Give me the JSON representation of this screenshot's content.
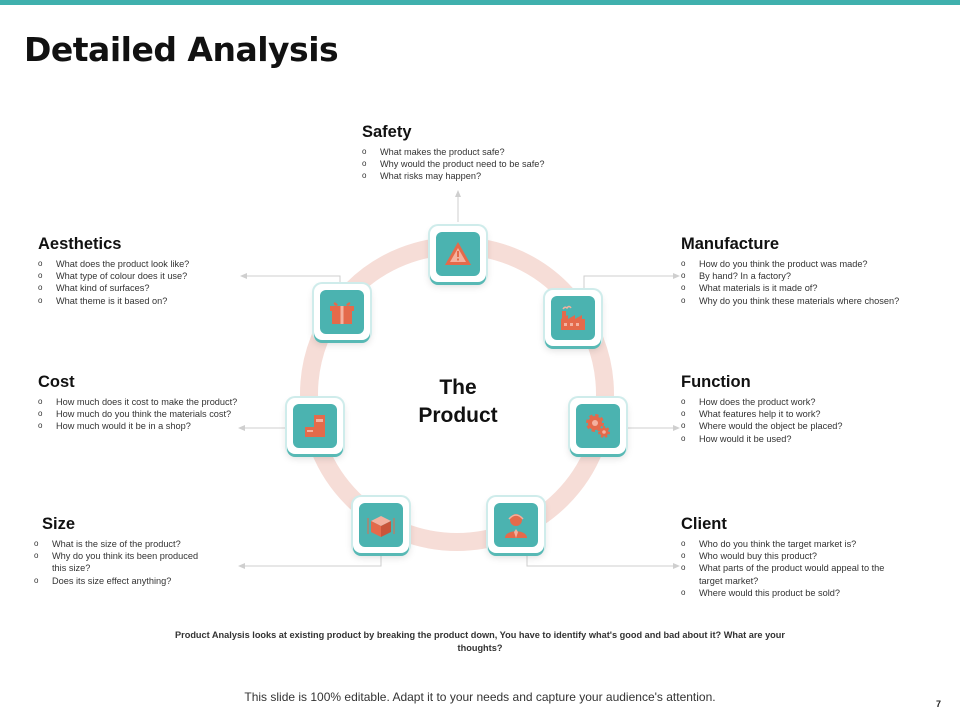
{
  "title": "Detailed Analysis",
  "center": {
    "line1": "The",
    "line2": "Product"
  },
  "sections": {
    "safety": {
      "title": "Safety",
      "items": [
        "What makes the product safe?",
        "Why would the product need to be safe?",
        "What risks may happen?"
      ]
    },
    "aesthetics": {
      "title": "Aesthetics",
      "items": [
        "What does the product look like?",
        "What type of colour does it use?",
        "What kind of surfaces?",
        "What theme is it based on?"
      ]
    },
    "manufacture": {
      "title": "Manufacture",
      "items": [
        "How do you think the product was made?",
        "By hand? In a factory?",
        "What materials is it made of?",
        "Why do you think these materials where chosen?"
      ]
    },
    "cost": {
      "title": "Cost",
      "items": [
        "How much does it cost to make the product?",
        "How much do you think the materials cost?",
        "How much would it be in a shop?"
      ]
    },
    "function": {
      "title": "Function",
      "items": [
        "How does the product work?",
        "What features help it to work?",
        "Where would the object be placed?",
        "How would it be used?"
      ]
    },
    "size": {
      "title": "Size",
      "items": [
        "What is the size of the product?",
        "Why do you think its been produced this size?",
        "Does its size effect anything?"
      ]
    },
    "client": {
      "title": "Client",
      "items": [
        "Who do you think the target market is?",
        "Who would buy this product?",
        "What parts of the product would appeal to the target market?",
        "Where would this product be sold?"
      ]
    }
  },
  "icons": {
    "safety": "warning-icon",
    "aesthetics": "gift-icon",
    "manufacture": "factory-icon",
    "cost": "blocks-icon",
    "function": "gears-icon",
    "size": "cube-icon",
    "client": "person-icon"
  },
  "colors": {
    "accent": "#4bb3b0",
    "ring": "#f6ddd7",
    "icon": "#e46a4b"
  },
  "note": "Product Analysis looks at existing product by breaking the product down, You have to identify what's good and bad about it? What are your thoughts?",
  "footer": "This slide is 100% editable. Adapt it to your needs and capture your audience's attention.",
  "page_number": "7"
}
